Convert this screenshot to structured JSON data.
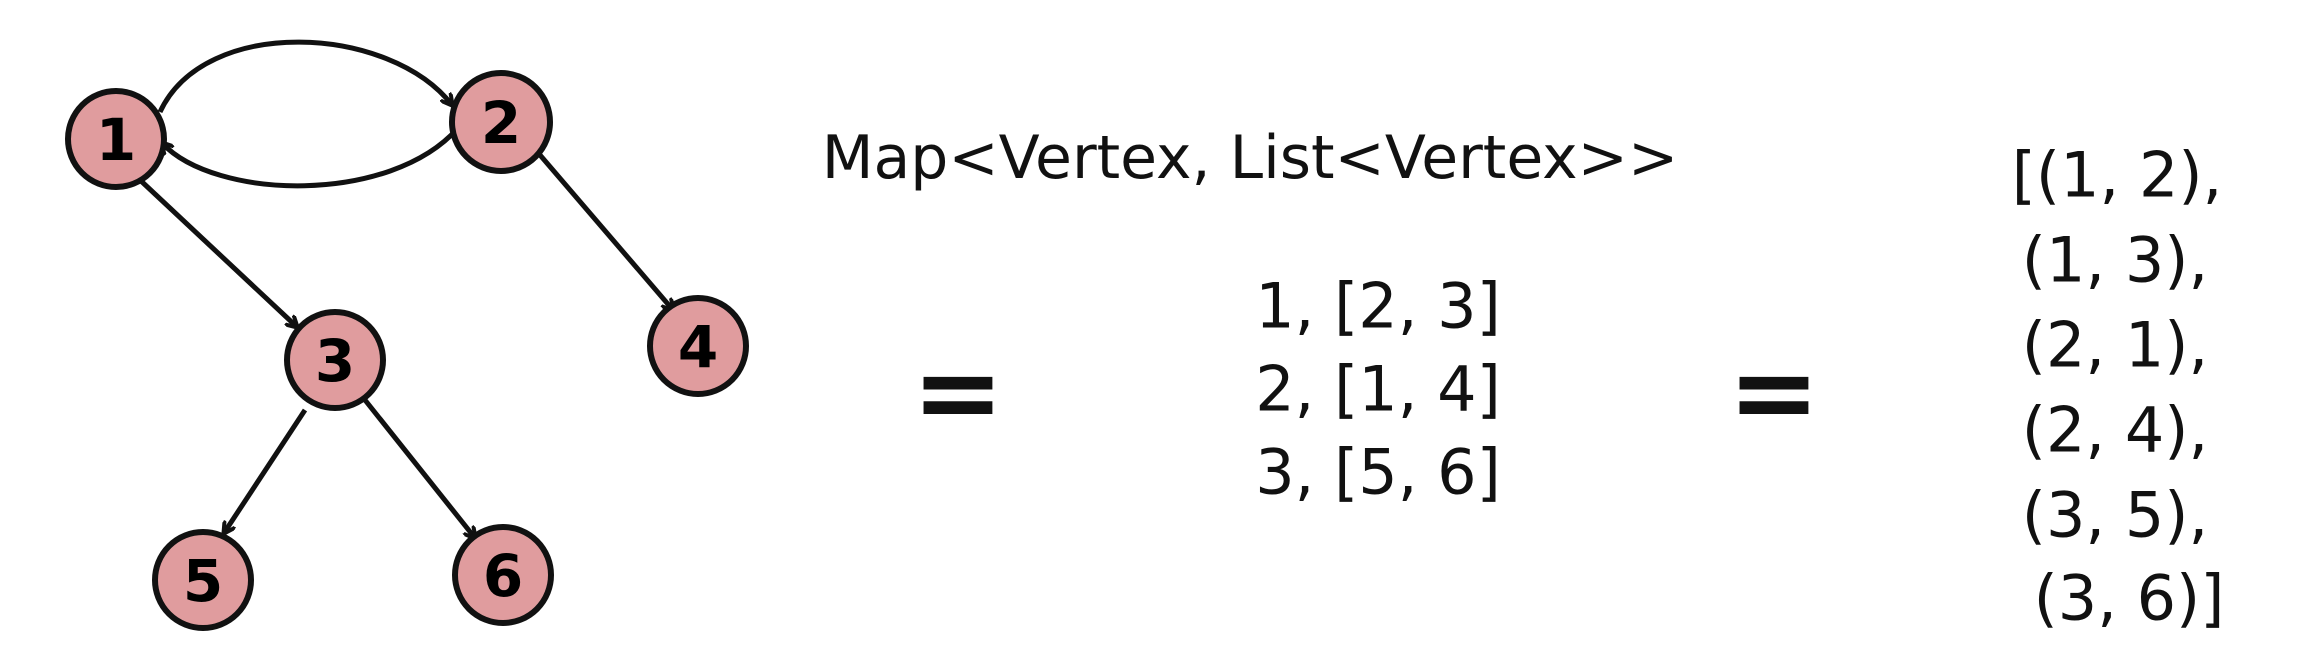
{
  "nodes": [
    {
      "id": "1",
      "label": "1"
    },
    {
      "id": "2",
      "label": "2"
    },
    {
      "id": "3",
      "label": "3"
    },
    {
      "id": "4",
      "label": "4"
    },
    {
      "id": "5",
      "label": "5"
    },
    {
      "id": "6",
      "label": "6"
    }
  ],
  "edges": [
    {
      "from": "1",
      "to": "2"
    },
    {
      "from": "2",
      "to": "1"
    },
    {
      "from": "1",
      "to": "3"
    },
    {
      "from": "2",
      "to": "4"
    },
    {
      "from": "3",
      "to": "5"
    },
    {
      "from": "3",
      "to": "6"
    }
  ],
  "colors": {
    "node_fill": "#e09c9e",
    "stroke": "#111111"
  },
  "equals_left": "=",
  "equals_right": "=",
  "map_type_label": "Map<Vertex, List<Vertex>>",
  "map_entries": [
    "1, [2, 3]",
    "2, [1, 4]",
    "3, [5, 6]"
  ],
  "edge_list": [
    "[(1, 2),",
    "(1, 3),",
    "(2, 1),",
    "(2, 4),",
    "(3, 5),",
    "(3, 6)]"
  ]
}
